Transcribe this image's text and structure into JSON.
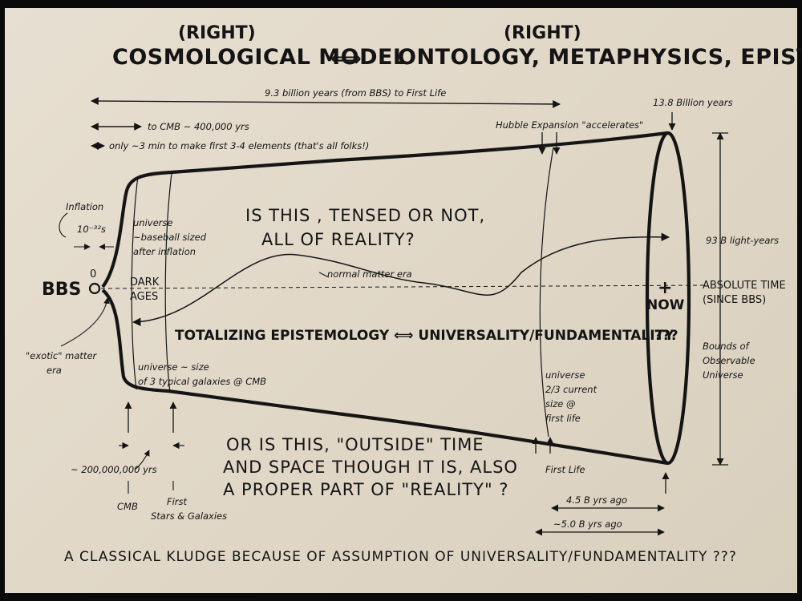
{
  "title": {
    "right_left": "(RIGHT)",
    "left": "COSMOLOGICAL MODEL",
    "arrow": "⟺",
    "right_right": "(RIGHT)",
    "right": "ONTOLOGY, METAPHYSICS, EPISTEMOLOGY"
  },
  "top_annotations": {
    "span_93": "9.3 billion years (from BBS) to First Life",
    "to_cmb": "to CMB ~ 400,000 yrs",
    "three_min": "only ~3 min to make first 3-4 elements (that's all folks!)",
    "hubble": "Hubble Expansion \"accelerates\"",
    "age": "13.8 Billion years"
  },
  "left_labels": {
    "inflation": "Inflation",
    "inflation_time": "10⁻³²s",
    "bbs": "BBS",
    "zero": "0",
    "exotic": "\"exotic\" matter",
    "exotic2": "era"
  },
  "inside": {
    "universe_baseball": [
      "universe",
      "~baseball sized",
      "after inflation"
    ],
    "dark_ages": [
      "DARK",
      "AGES"
    ],
    "question1": [
      "IS THIS , TENSED OR NOT,",
      "ALL OF REALITY?"
    ],
    "normal_matter": "normal matter era",
    "totalizing": "TOTALIZING EPISTEMOLOGY ⟺ UNIVERSALITY/FUNDAMENTALITY",
    "qqq": "???",
    "universe_size": [
      "universe ~ size",
      "of 3 typical galaxies @ CMB"
    ],
    "universe_23": [
      "universe",
      "2/3 current",
      "size @",
      "first life"
    ],
    "now": "NOW",
    "plus": "+"
  },
  "right_labels": {
    "light_years": "93 B light-years",
    "absolute_time": [
      "ABSOLUTE TIME",
      "(SINCE BBS)"
    ],
    "bounds": [
      "Bounds of",
      "Observable",
      "Universe"
    ]
  },
  "bottom": {
    "myr": "~ 200,000,000 yrs",
    "cmb": "CMB",
    "first_stars": [
      "First",
      "Stars & Galaxies"
    ],
    "question2": [
      "OR IS THIS, \"OUTSIDE\" TIME",
      "AND SPACE THOUGH IT IS, ALSO",
      "A PROPER PART OF \"REALITY\" ?"
    ],
    "first_life": "First Life",
    "ago_45": "4.5 B yrs ago",
    "ago_50": "~5.0 B yrs ago",
    "footer": "A CLASSICAL KLUDGE BECAUSE OF ASSUMPTION OF UNIVERSALITY/FUNDAMENTALITY ???"
  },
  "colors": {
    "paper": "#e3dacb",
    "ink": "#141414",
    "frame": "#0a0a0a"
  }
}
